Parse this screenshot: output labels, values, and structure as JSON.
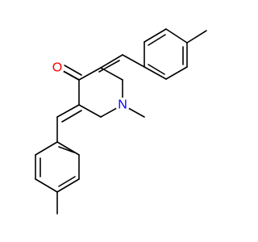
{
  "molecule": {
    "atoms": [
      {
        "id": "O1",
        "symbol": "O",
        "color": "#ff0000"
      },
      {
        "id": "N1",
        "symbol": "N",
        "color": "#0000ff"
      }
    ]
  },
  "colors": {
    "bond": "#000000",
    "background": "#ffffff"
  }
}
